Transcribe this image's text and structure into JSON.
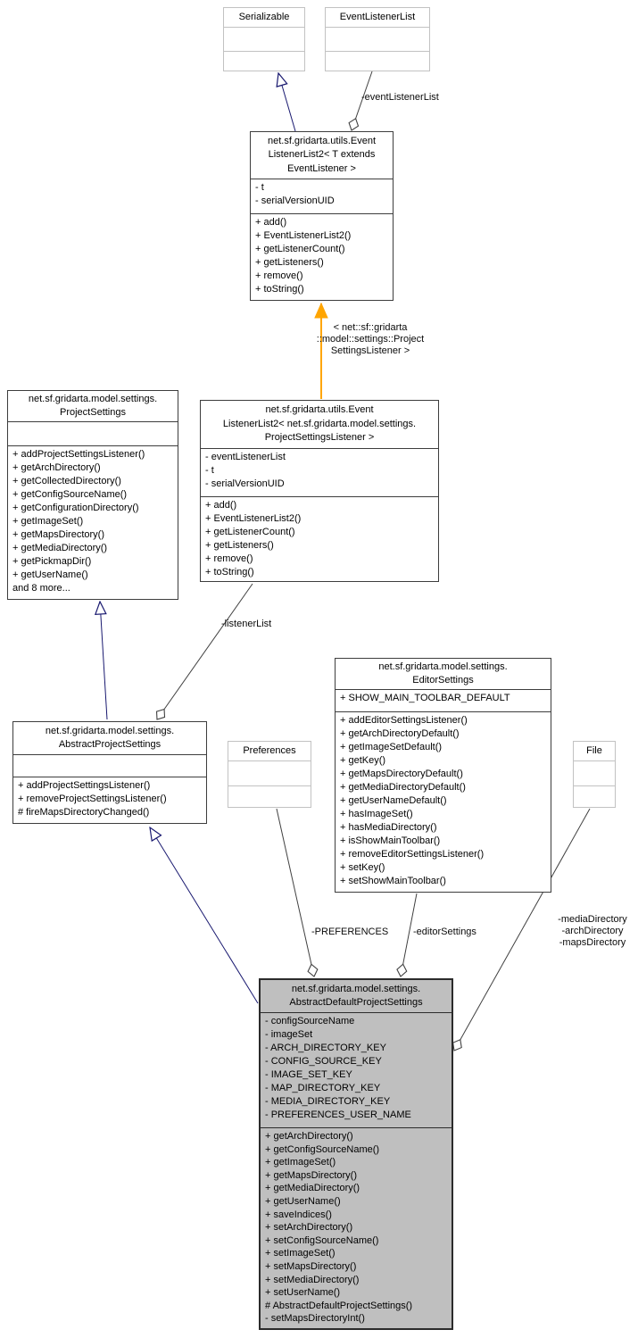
{
  "diagram": {
    "type": "uml-collaboration-diagram",
    "colors": {
      "inheritance_edge": "#191970",
      "association_edge": "#404040",
      "template_edge": "#ffa500",
      "highlight_node_fill": "#bfbfbf",
      "external_node_border": "#c2c2c2",
      "node_border": "#3d3d3d"
    },
    "classes": {
      "serializable": {
        "title_lines": [
          "Serializable"
        ],
        "attributes": [],
        "methods": []
      },
      "event_listener_list": {
        "title_lines": [
          "EventListenerList"
        ],
        "attributes": [],
        "methods": []
      },
      "ell2_generic": {
        "title_lines": [
          "net.sf.gridarta.utils.Event",
          "ListenerList2< T extends",
          "EventListener >"
        ],
        "attributes": [
          "- t",
          "- serialVersionUID"
        ],
        "methods": [
          "+ add()",
          "+ EventListenerList2()",
          "+ getListenerCount()",
          "+ getListeners()",
          "+ remove()",
          "+ toString()"
        ]
      },
      "project_settings": {
        "title_lines": [
          "net.sf.gridarta.model.settings.",
          "ProjectSettings"
        ],
        "attributes": [],
        "methods": [
          "+ addProjectSettingsListener()",
          "+ getArchDirectory()",
          "+ getCollectedDirectory()",
          "+ getConfigSourceName()",
          "+ getConfigurationDirectory()",
          "+ getImageSet()",
          "+ getMapsDirectory()",
          "+ getMediaDirectory()",
          "+ getPickmapDir()",
          "+ getUserName()",
          "and 8 more..."
        ]
      },
      "ell2_project_settings_listener": {
        "title_lines": [
          "net.sf.gridarta.utils.Event",
          "ListenerList2< net.sf.gridarta.model.settings.",
          "ProjectSettingsListener >"
        ],
        "attributes": [
          "- eventListenerList",
          "- t",
          "- serialVersionUID"
        ],
        "methods": [
          "+ add()",
          "+ EventListenerList2()",
          "+ getListenerCount()",
          "+ getListeners()",
          "+ remove()",
          "+ toString()"
        ]
      },
      "abstract_project_settings": {
        "title_lines": [
          "net.sf.gridarta.model.settings.",
          "AbstractProjectSettings"
        ],
        "attributes": [],
        "methods": [
          "+ addProjectSettingsListener()",
          "+ removeProjectSettingsListener()",
          "# fireMapsDirectoryChanged()"
        ]
      },
      "preferences": {
        "title_lines": [
          "Preferences"
        ],
        "attributes": [],
        "methods": []
      },
      "editor_settings": {
        "title_lines": [
          "net.sf.gridarta.model.settings.",
          "EditorSettings"
        ],
        "attributes": [
          "+ SHOW_MAIN_TOOLBAR_DEFAULT"
        ],
        "methods": [
          "+ addEditorSettingsListener()",
          "+ getArchDirectoryDefault()",
          "+ getImageSetDefault()",
          "+ getKey()",
          "+ getMapsDirectoryDefault()",
          "+ getMediaDirectoryDefault()",
          "+ getUserNameDefault()",
          "+ hasImageSet()",
          "+ hasMediaDirectory()",
          "+ isShowMainToolbar()",
          "+ removeEditorSettingsListener()",
          "+ setKey()",
          "+ setShowMainToolbar()"
        ]
      },
      "file": {
        "title_lines": [
          "File"
        ],
        "attributes": [],
        "methods": []
      },
      "abstract_default_project_settings": {
        "title_lines": [
          "net.sf.gridarta.model.settings.",
          "AbstractDefaultProjectSettings"
        ],
        "attributes": [
          "- configSourceName",
          "- imageSet",
          "- ARCH_DIRECTORY_KEY",
          "- CONFIG_SOURCE_KEY",
          "- IMAGE_SET_KEY",
          "- MAP_DIRECTORY_KEY",
          "- MEDIA_DIRECTORY_KEY",
          "- PREFERENCES_USER_NAME"
        ],
        "methods": [
          "+ getArchDirectory()",
          "+ getConfigSourceName()",
          "+ getImageSet()",
          "+ getMapsDirectory()",
          "+ getMediaDirectory()",
          "+ getUserName()",
          "+ saveIndices()",
          "+ setArchDirectory()",
          "+ setConfigSourceName()",
          "+ setImageSet()",
          "+ setMapsDirectory()",
          "+ setMediaDirectory()",
          "+ setUserName()",
          "# AbstractDefaultProjectSettings()",
          "- setMapsDirectoryInt()"
        ]
      }
    },
    "edge_labels": {
      "event_listener_list": "-eventListenerList",
      "template_args_lines": [
        "< net::sf::gridarta",
        "::model::settings::Project",
        "SettingsListener >"
      ],
      "listener_list": "-listenerList",
      "preferences": "-PREFERENCES",
      "editor_settings": "-editorSettings",
      "file_lines": [
        "-mediaDirectory",
        "-archDirectory",
        "-mapsDirectory"
      ]
    }
  }
}
